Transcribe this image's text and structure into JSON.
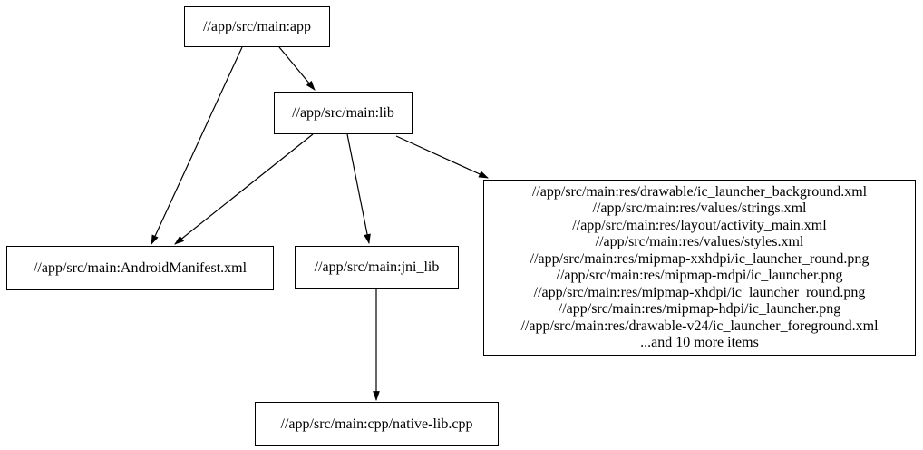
{
  "graph": {
    "background_color": "#ffffff",
    "node_border_color": "#000000",
    "text_color": "#000000",
    "nodes": {
      "app": {
        "label": "//app/src/main:app"
      },
      "lib": {
        "label": "//app/src/main:lib"
      },
      "android_manifest": {
        "label": "//app/src/main:AndroidManifest.xml"
      },
      "jni_lib": {
        "label": "//app/src/main:jni_lib"
      },
      "native_lib_cpp": {
        "label": "//app/src/main:cpp/native-lib.cpp"
      },
      "res_files": {
        "lines": [
          "//app/src/main:res/drawable/ic_launcher_background.xml",
          "//app/src/main:res/values/strings.xml",
          "//app/src/main:res/layout/activity_main.xml",
          "//app/src/main:res/values/styles.xml",
          "//app/src/main:res/mipmap-xxhdpi/ic_launcher_round.png",
          "//app/src/main:res/mipmap-mdpi/ic_launcher.png",
          "//app/src/main:res/mipmap-xhdpi/ic_launcher_round.png",
          "//app/src/main:res/mipmap-hdpi/ic_launcher.png",
          "//app/src/main:res/drawable-v24/ic_launcher_foreground.xml",
          "...and 10 more items"
        ]
      }
    },
    "edges": [
      {
        "from": "app",
        "to": "android_manifest"
      },
      {
        "from": "app",
        "to": "lib"
      },
      {
        "from": "lib",
        "to": "android_manifest"
      },
      {
        "from": "lib",
        "to": "jni_lib"
      },
      {
        "from": "lib",
        "to": "res_files"
      },
      {
        "from": "jni_lib",
        "to": "native_lib_cpp"
      }
    ]
  }
}
